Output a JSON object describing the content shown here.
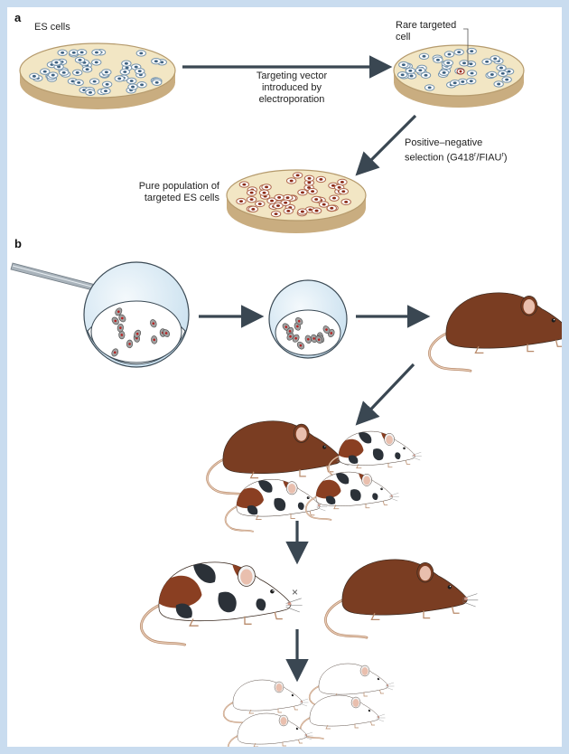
{
  "panel_a": {
    "letter": "a",
    "es_cells": "ES cells",
    "rare_targeted": "Rare targeted",
    "cell": "cell",
    "vector_1": "Targeting vector",
    "vector_2": "introduced by",
    "vector_3": "electroporation",
    "selection_1": "Positive–negative",
    "selection_2": "selection (G418",
    "selection_sup1": "r",
    "selection_mid": "/FIAU",
    "selection_sup2": "r",
    "selection_end": ")",
    "pure_1": "Pure population of",
    "pure_2": "targeted ES cells"
  },
  "panel_b": {
    "letter": "b",
    "cross_symbol": "×"
  },
  "colors": {
    "background_border": "#c9dcef",
    "arrow": "#3a4752",
    "dish_media": "#f2e6c4",
    "es_cell": "#6f8da6",
    "targeted_cell": "#9a2a1a",
    "brown_mouse": "#7a3d22",
    "embryo_bubble": "#dcecf6"
  }
}
